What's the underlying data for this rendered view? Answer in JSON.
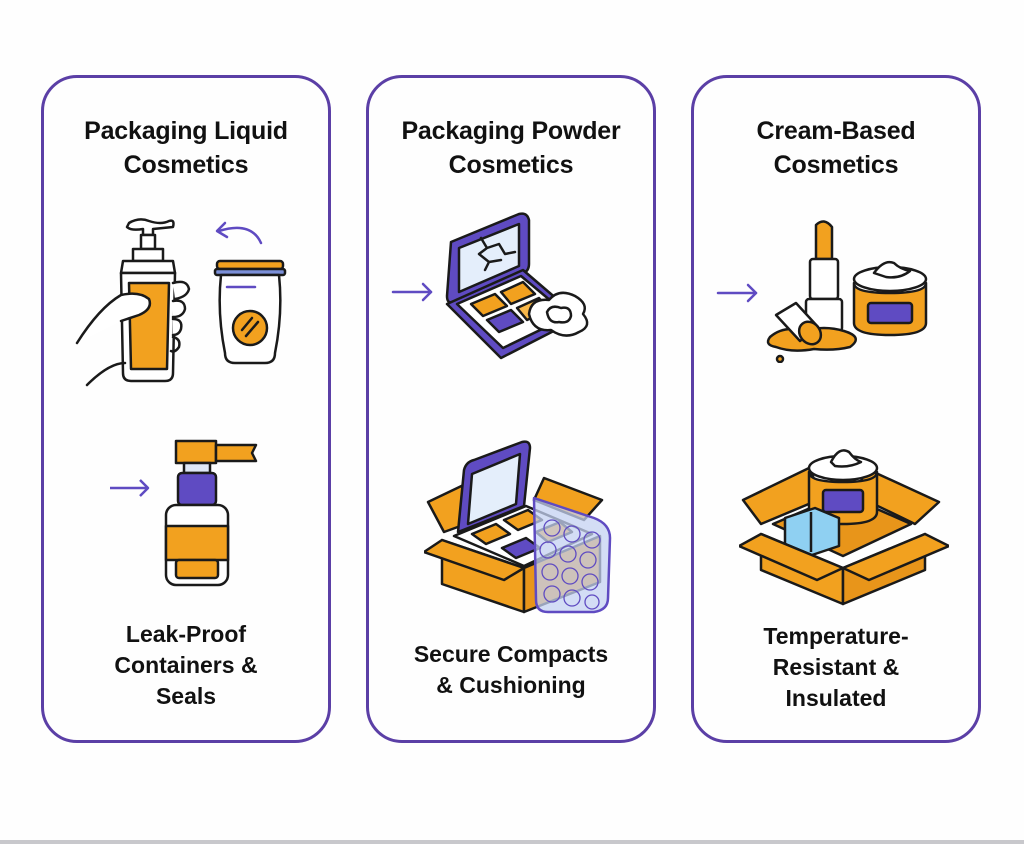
{
  "colors": {
    "border": "#5b3fa6",
    "accent_orange": "#f2a11f",
    "accent_purple": "#5f4bc2",
    "ice_blue": "#8fd0f2",
    "outline": "#1a1a1a"
  },
  "panels": [
    {
      "title_lines": [
        "Packaging Liquid",
        "Cosmetics"
      ],
      "top_illustration": "hand-holding-pump-bottle-icon",
      "bottom_illustration": "sealed-spray-bottle-icon",
      "caption_lines": [
        "Leak-Proof",
        "Containers &",
        "Seals"
      ]
    },
    {
      "title_lines": [
        "Packaging Powder",
        "Cosmetics"
      ],
      "top_illustration": "cracked-compact-icon",
      "bottom_illustration": "compact-in-bubble-wrap-box-icon",
      "caption_lines": [
        "Secure Compacts",
        "& Cushioning"
      ]
    },
    {
      "title_lines": [
        "Cream-Based",
        "Cosmetics"
      ],
      "top_illustration": "lipstick-and-cream-jar-icon",
      "bottom_illustration": "insulated-box-with-cream-jar-icon",
      "caption_lines": [
        "Temperature-",
        "Resistant &",
        "Insulated"
      ]
    }
  ]
}
